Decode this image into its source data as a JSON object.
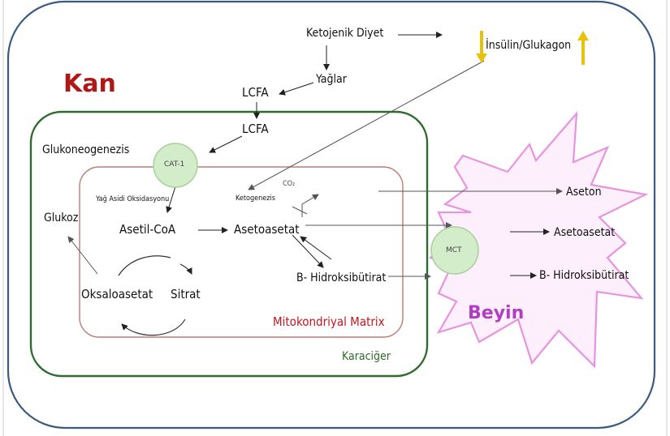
{
  "regions": {
    "blood": "Kan",
    "liver": "Karaciğer",
    "mito": "Mitokondriyal Matrix",
    "brain": "Beyin"
  },
  "nodes": {
    "keto_diet": "Ketojenik Diyet",
    "hormones": "İnsülin/Glukagon",
    "fats": "Yağlar",
    "lcfa_1": "LCFA",
    "lcfa_2": "LCFA",
    "gluconeo": "Glukoneogenezis",
    "cat1": "CAT-1",
    "fa_oxidation": "Yağ Asidi Oksidasyonu",
    "ketogenesis": "Ketogenezis",
    "co2": "CO₂",
    "glucose": "Glukoz",
    "acetyl_coa": "Asetil-CoA",
    "acetoacetate": "Asetoasetat",
    "bhb": "B- Hidroksibütirat",
    "oxaloacetate": "Oksaloasetat",
    "citrate": "Sitrat",
    "mct": "MCT",
    "acetone_out": "Aseton",
    "acetoacetate_out": "Asetoasetat",
    "bhb_out": "B- Hidroksibütirat"
  },
  "colors": {
    "blood_border": "#3a5a82",
    "liver_border": "#2f6b2f",
    "mito_border": "#c07a72",
    "transporter_fill": "#d3ecc9",
    "transporter_stroke": "#a9cf9c",
    "brain_stroke": "#e993df",
    "brain_fill": "#fdeffc",
    "hormone_arrow": "#e8c20a"
  }
}
